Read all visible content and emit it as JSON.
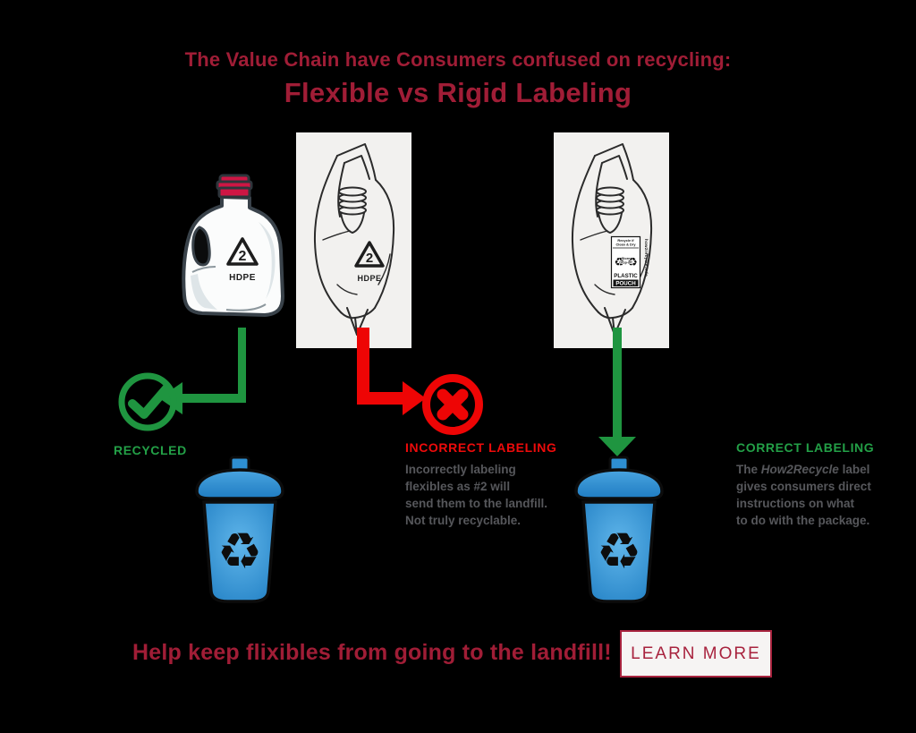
{
  "header": {
    "line1": "The Value Chain have Consumers confused on recycling:",
    "line2": "Flexible vs Rigid Labeling"
  },
  "colors": {
    "crimson": "#A01D36",
    "green": "#1F9540",
    "red": "#EE0505",
    "bin_blue_light": "#5FB5EA",
    "bin_blue_dark": "#2280C4",
    "gray_text": "#56575B"
  },
  "left_column": {
    "product": "gallon milk jug",
    "resin_number": "2",
    "resin_code": "HDPE",
    "status_label": "RECYCLED"
  },
  "middle_column": {
    "product": "flexible spouted pouch",
    "resin_number": "2",
    "resin_code": "HDPE",
    "status_label": "INCORRECT LABELING",
    "desc": [
      "Incorrectly labeling",
      "flexibles as #2 will",
      "send them to the landfill.",
      "Not truly recyclable."
    ]
  },
  "right_column": {
    "product": "flexible spouted pouch",
    "status_label": "CORRECT LABELING",
    "desc_pre": "The ",
    "desc_brand": "How2Recycle",
    "desc_post": " label",
    "desc": [
      "gives consumers direct",
      "instructions on what",
      "to do with the package."
    ],
    "h2r_label": {
      "top1": "Recycle if",
      "top2": "Clean & Dry",
      "store": "Store",
      "dropoff": "Drop-off",
      "plastic": "PLASTIC",
      "pouch": "POUCH",
      "site": "how2recycle.info"
    }
  },
  "icons": {
    "recycle_mobius": "♻"
  },
  "footer": {
    "headline": "Help keep flixibles from going to the landfill!",
    "button_label": "LEARN MORE"
  }
}
